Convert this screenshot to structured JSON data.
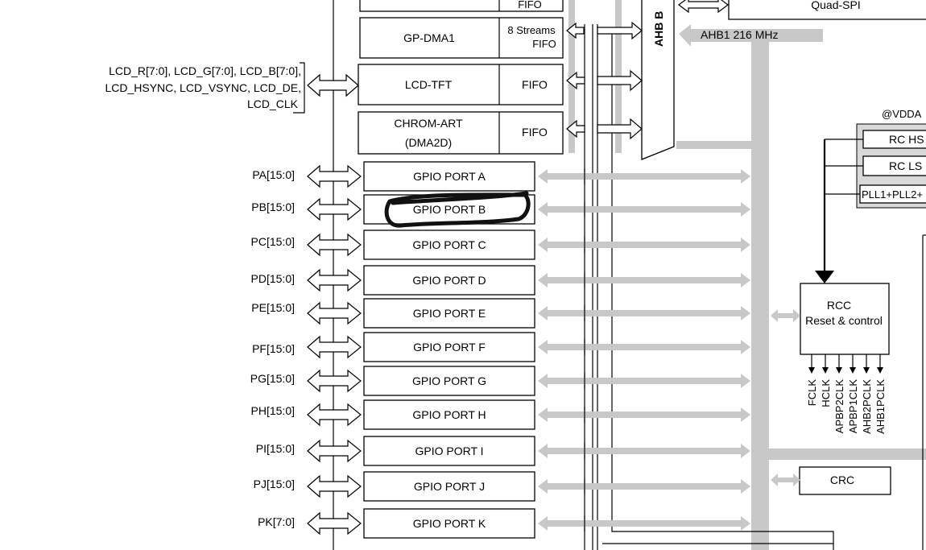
{
  "colors": {
    "bus_gray": "#c8c8c8",
    "stroke": "#000000",
    "highlight_ink": "#111111"
  },
  "top": {
    "fifo_top": "FIFO",
    "quad_spi": "Quad-SPI",
    "gp_dma1": "GP-DMA1",
    "streams_line1": "8 Streams",
    "streams_line2": "FIFO",
    "ahb_matrix": "AHB B",
    "ahb1_label": "AHB1 216 MHz"
  },
  "lcd": {
    "signals_line1": "LCD_R[7:0], LCD_G[7:0], LCD_B[7:0],",
    "signals_line2": "LCD_HSYNC, LCD_VSYNC, LCD_DE,",
    "signals_line3": "LCD_CLK",
    "block": "LCD-TFT",
    "fifo": "FIFO"
  },
  "chromart": {
    "line1": "CHROM-ART",
    "line2": "(DMA2D)",
    "fifo": "FIFO"
  },
  "gpio_ports": [
    {
      "pins": "PA[15:0]",
      "label": "GPIO PORT A"
    },
    {
      "pins": "PB[15:0]",
      "label": "GPIO PORT B"
    },
    {
      "pins": "PC[15:0]",
      "label": "GPIO PORT C"
    },
    {
      "pins": "PD[15:0]",
      "label": "GPIO PORT D"
    },
    {
      "pins": "PE[15:0]",
      "label": "GPIO PORT E"
    },
    {
      "pins": "PF[15:0]",
      "label": "GPIO PORT F"
    },
    {
      "pins": "PG[15:0]",
      "label": "GPIO PORT G"
    },
    {
      "pins": "PH[15:0]",
      "label": "GPIO PORT H"
    },
    {
      "pins": "PI[15:0]",
      "label": "GPIO PORT I"
    },
    {
      "pins": "PJ[15:0]",
      "label": "GPIO PORT J"
    },
    {
      "pins": "PK[7:0]",
      "label": "GPIO PORT K"
    }
  ],
  "clock": {
    "vdda": "@VDDA",
    "rc_hs": "RC HS",
    "rc_ls": "RC LS",
    "pll": "PLL1+PLL2+",
    "rcc_line1": "RCC",
    "rcc_line2": "Reset & control",
    "outputs": [
      "FCLK",
      "HCLK",
      "APBP2CLK",
      "APBP1CLK",
      "AHB2PCLK",
      "AHB1PCLK"
    ],
    "crc": "CRC"
  }
}
